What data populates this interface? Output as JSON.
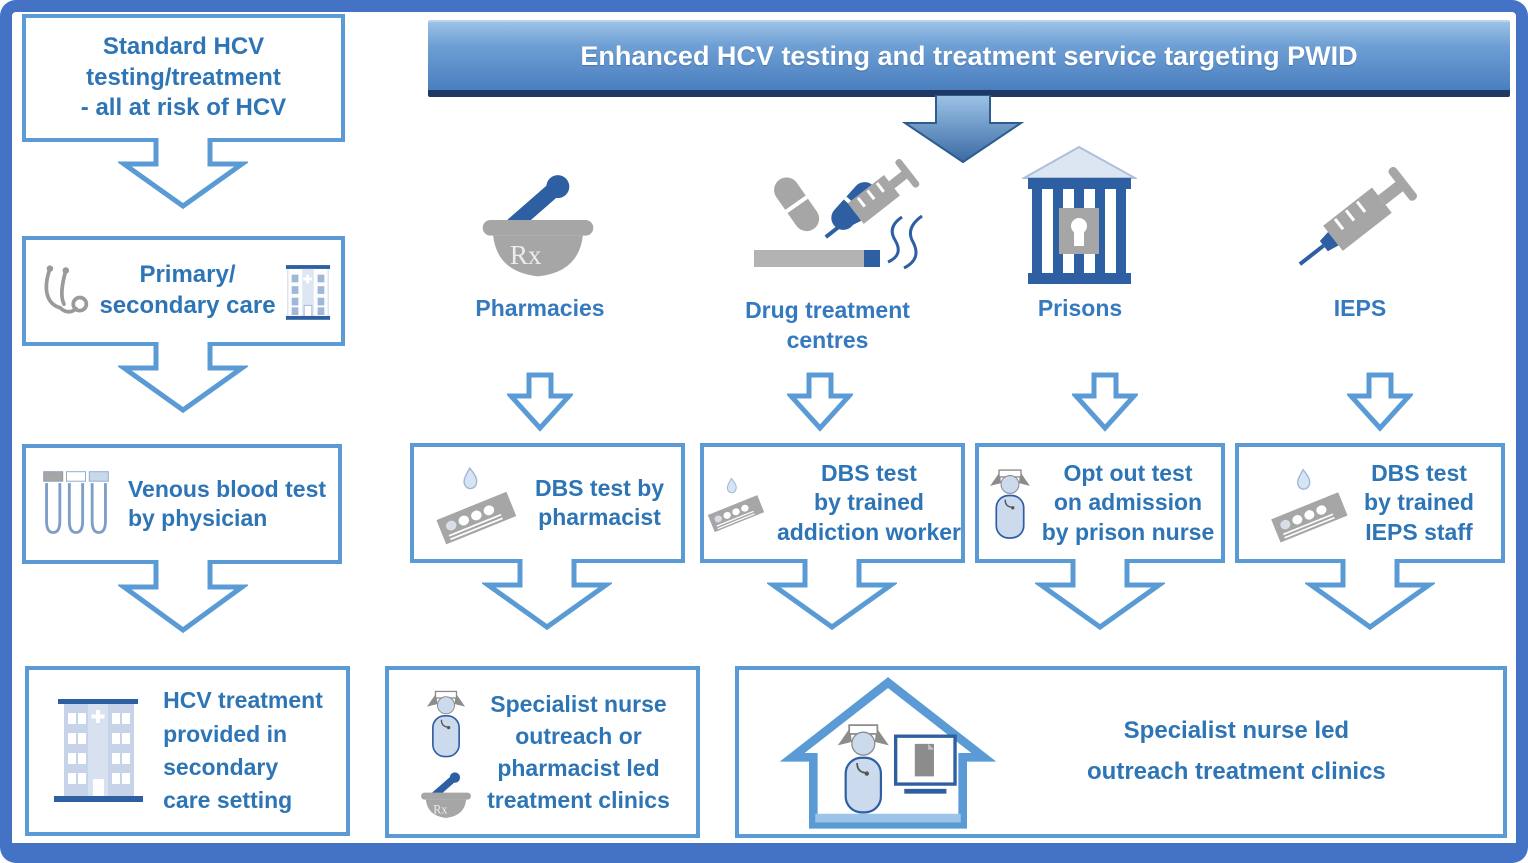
{
  "colors": {
    "frame": "#4472C4",
    "box_border": "#5B9BD5",
    "text": "#2E75B6",
    "banner_text": "#FFFFFF",
    "banner_gradient_top": "#9CC2E5",
    "banner_gradient_bottom": "#4A7FBF",
    "banner_underline": "#1F3864",
    "icon_gray": "#A6A6A6",
    "icon_blue": "#2E5FA3",
    "icon_light_blue": "#CCDAEE"
  },
  "standard_pathway": {
    "box1": {
      "lines": [
        "Standard HCV",
        "testing/treatment",
        "- all at risk of HCV"
      ]
    },
    "box2": {
      "lines": [
        "Primary/",
        "secondary care"
      ],
      "icons": [
        "stethoscope-icon",
        "hospital-icon"
      ]
    },
    "box3": {
      "lines": [
        "Venous blood test",
        "by physician"
      ],
      "icons": [
        "test-tubes-icon"
      ]
    },
    "box4": {
      "lines": [
        "HCV treatment",
        "provided in",
        "secondary",
        "care setting"
      ],
      "icons": [
        "hospital-building-icon"
      ]
    }
  },
  "enhanced_pathway": {
    "banner": "Enhanced HCV testing and treatment service targeting PWID",
    "columns": [
      {
        "name": "pharmacies",
        "icon": "mortar-pestle-icon",
        "label_lines": [
          "Pharmacies"
        ],
        "test_box": {
          "icon": "dbs-card-icon",
          "lines": [
            "DBS test by",
            "pharmacist"
          ]
        }
      },
      {
        "name": "drug-treatment-centres",
        "icon": "drugs-syringe-icon",
        "label_lines": [
          "Drug treatment",
          "centres"
        ],
        "test_box": {
          "icon": "dbs-card-icon",
          "lines": [
            "DBS test",
            "by trained",
            "addiction worker"
          ]
        }
      },
      {
        "name": "prisons",
        "icon": "prison-icon",
        "label_lines": [
          "Prisons"
        ],
        "test_box": {
          "icon": "nurse-icon",
          "lines": [
            "Opt out test",
            "on admission",
            "by prison nurse"
          ]
        }
      },
      {
        "name": "ieps",
        "icon": "syringe-icon",
        "label_lines": [
          "IEPS"
        ],
        "test_box": {
          "icon": "dbs-card-icon",
          "lines": [
            "DBS test",
            "by trained",
            "IEPS staff"
          ]
        }
      }
    ],
    "outcome_left": {
      "icons": [
        "nurse-icon",
        "mortar-pestle-icon"
      ],
      "lines": [
        "Specialist nurse",
        "outreach or",
        "pharmacist led",
        "treatment clinics"
      ]
    },
    "outcome_right": {
      "icons": [
        "house-icon",
        "nurse-icon",
        "monitor-icon"
      ],
      "lines": [
        "Specialist nurse led",
        "outreach treatment clinics"
      ]
    }
  }
}
